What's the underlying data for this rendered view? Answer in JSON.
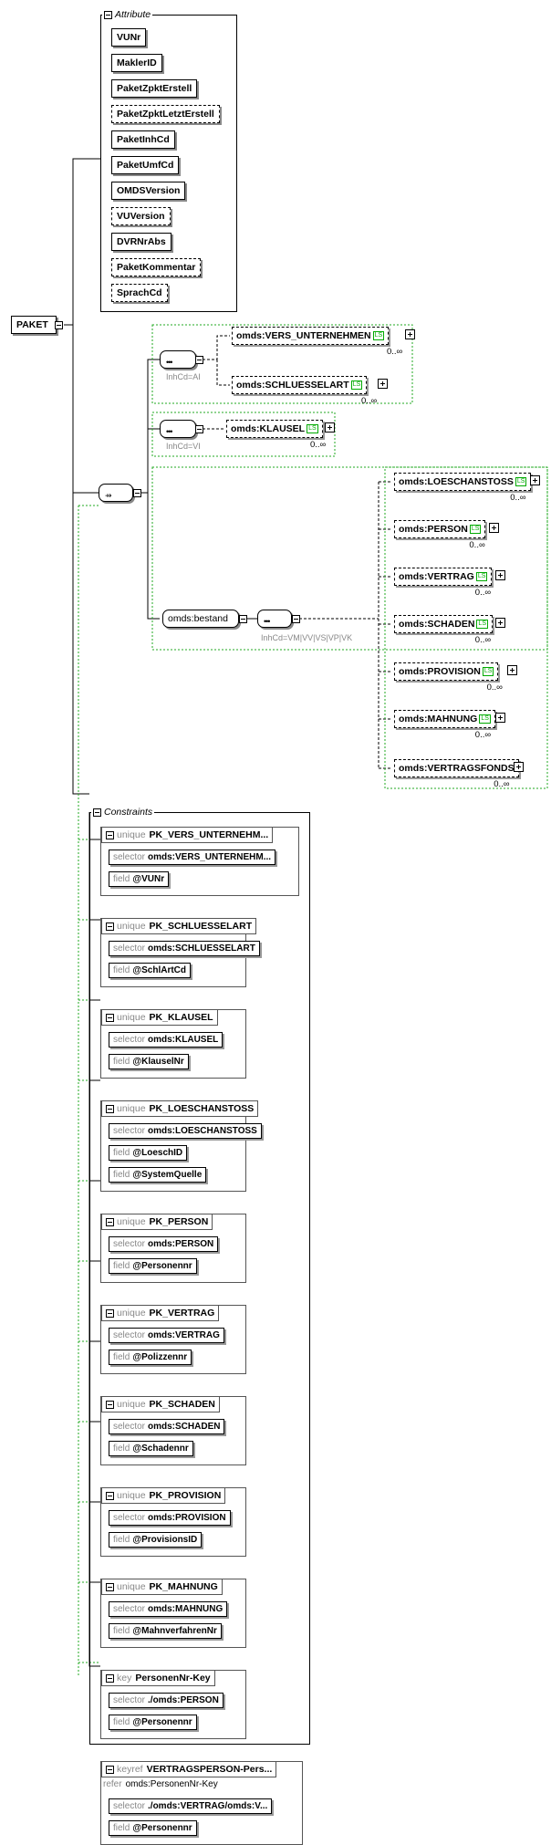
{
  "root": {
    "label": "PAKET"
  },
  "attributes": {
    "title": "Attribute",
    "items": [
      {
        "label": "VUNr",
        "optional": false
      },
      {
        "label": "MaklerID",
        "optional": false
      },
      {
        "label": "PaketZpktErstell",
        "optional": false
      },
      {
        "label": "PaketZpktLetztErstell",
        "optional": true
      },
      {
        "label": "PaketInhCd",
        "optional": false
      },
      {
        "label": "PaketUmfCd",
        "optional": false
      },
      {
        "label": "OMDSVersion",
        "optional": false
      },
      {
        "label": "VUVersion",
        "optional": true
      },
      {
        "label": "DVRNrAbs",
        "optional": false
      },
      {
        "label": "PaketKommentar",
        "optional": true
      },
      {
        "label": "SprachCd",
        "optional": true
      }
    ]
  },
  "choice": {
    "groups": [
      {
        "condition": "InhCd=AI",
        "elements": [
          {
            "label": "omds:VERS_UNTERNEHMEN",
            "occurs": "0..∞",
            "icon": "list-icon"
          },
          {
            "label": "omds:SCHLUESSELART",
            "occurs": "0..∞",
            "icon": "list-icon"
          }
        ]
      },
      {
        "condition": "InhCd=VI",
        "elements": [
          {
            "label": "omds:KLAUSEL",
            "occurs": "0..∞",
            "icon": "list-icon"
          }
        ]
      }
    ],
    "bestand": {
      "label": "omds:bestand",
      "condition": "InhCd=VM|VV|VS|VP|VK",
      "elements": [
        {
          "label": "omds:LOESCHANSTOSS",
          "occurs": "0..∞"
        },
        {
          "label": "omds:PERSON",
          "occurs": "0..∞"
        },
        {
          "label": "omds:VERTRAG",
          "occurs": "0..∞"
        },
        {
          "label": "omds:SCHADEN",
          "occurs": "0..∞"
        },
        {
          "label": "omds:PROVISION",
          "occurs": "0..∞"
        },
        {
          "label": "omds:MAHNUNG",
          "occurs": "0..∞"
        },
        {
          "label": "omds:VERTRAGSFONDS",
          "occurs": "0..∞"
        }
      ]
    }
  },
  "constraints": {
    "title": "Constraints",
    "labels": {
      "selector": "selector",
      "field": "field",
      "refer": "refer"
    },
    "items": [
      {
        "kind": "unique",
        "name": "PK_VERS_UNTERNEHM...",
        "selector": "omds:VERS_UNTERNEHM...",
        "fields": [
          "@VUNr"
        ]
      },
      {
        "kind": "unique",
        "name": "PK_SCHLUESSELART",
        "selector": "omds:SCHLUESSELART",
        "fields": [
          "@SchlArtCd"
        ]
      },
      {
        "kind": "unique",
        "name": "PK_KLAUSEL",
        "selector": "omds:KLAUSEL",
        "fields": [
          "@KlauselNr"
        ]
      },
      {
        "kind": "unique",
        "name": "PK_LOESCHANSTOSS",
        "selector": "omds:LOESCHANSTOSS",
        "fields": [
          "@LoeschID",
          "@SystemQuelle"
        ]
      },
      {
        "kind": "unique",
        "name": "PK_PERSON",
        "selector": "omds:PERSON",
        "fields": [
          "@Personennr"
        ]
      },
      {
        "kind": "unique",
        "name": "PK_VERTRAG",
        "selector": "omds:VERTRAG",
        "fields": [
          "@Polizzennr"
        ]
      },
      {
        "kind": "unique",
        "name": "PK_SCHADEN",
        "selector": "omds:SCHADEN",
        "fields": [
          "@Schadennr"
        ]
      },
      {
        "kind": "unique",
        "name": "PK_PROVISION",
        "selector": "omds:PROVISION",
        "fields": [
          "@ProvisionsID"
        ]
      },
      {
        "kind": "unique",
        "name": "PK_MAHNUNG",
        "selector": "omds:MAHNUNG",
        "fields": [
          "@MahnverfahrenNr"
        ]
      },
      {
        "kind": "key",
        "name": "PersonenNr-Key",
        "selector": "./omds:PERSON",
        "fields": [
          "@Personennr"
        ]
      },
      {
        "kind": "keyref",
        "name": "VERTRAGSPERSON-Pers...",
        "refer": "omds:PersonenNr-Key",
        "selector": "./omds:VERTRAG/omds:V...",
        "fields": [
          "@Personennr"
        ]
      }
    ]
  }
}
